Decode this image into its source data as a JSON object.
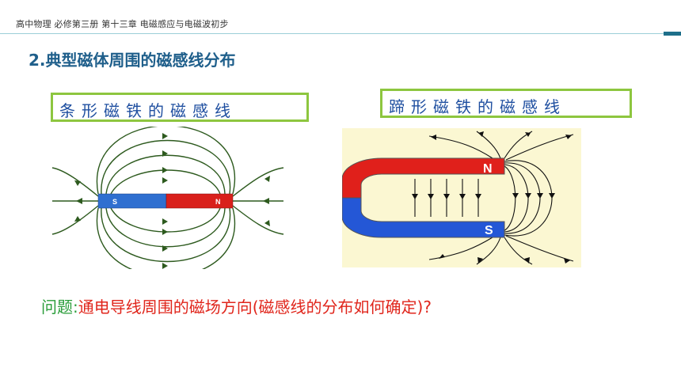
{
  "header": {
    "breadcrumb": "高中物理  必修第三册  第十三章 电磁感应与电磁波初步"
  },
  "section_title": "2.典型磁体周围的磁感线分布",
  "bar_magnet": {
    "label": "条形磁铁的磁感线",
    "pole_left": "S",
    "pole_right": "N"
  },
  "horseshoe_magnet": {
    "label": "蹄形磁铁的磁感线",
    "pole_top": "N",
    "pole_bottom": "S"
  },
  "question": {
    "prefix": "问题:",
    "text": "通电导线周围的磁场方向(磁感线的分布如何确定)?"
  },
  "colors": {
    "title": "#1f5f8b",
    "label_border": "#8dc63f",
    "label_text": "#1f4fa0",
    "field_line_bar": "#2d5a1e",
    "field_line_horse": "#111111",
    "north_red": "#e0201b",
    "south_blue": "#2457d6",
    "horse_bg": "#fbf7d2",
    "question_prefix": "#2a9d3a",
    "question_text": "#e0251b"
  }
}
